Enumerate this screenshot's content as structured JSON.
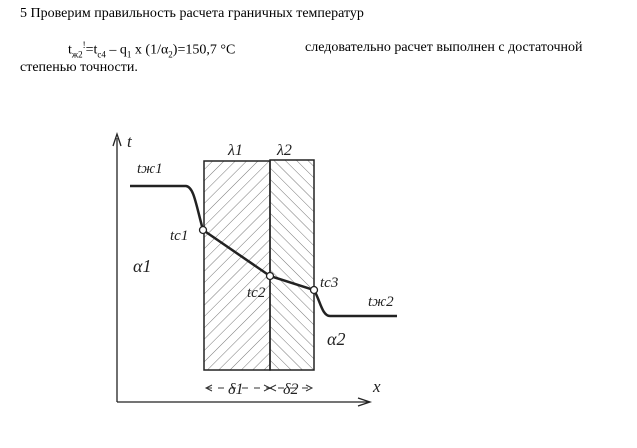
{
  "heading": "5 Проверим правильность расчета граничных температур",
  "formula": {
    "t": "t",
    "sub1": "ж2",
    "sup1": "!",
    "eq": "=t",
    "sub2": "c4",
    "mid": " – q",
    "sub3": "1",
    "mid2": " x (1/α",
    "sub4": "2",
    "end": ")=150,7 °С"
  },
  "conclusion_line1": "следовательно расчет выполнен с достаточной",
  "conclusion_line2": "степенью точности.",
  "diagram": {
    "axis_t": "t",
    "axis_x": "x",
    "lambda1": "λ1",
    "lambda2": "λ2",
    "t_fluid1": "tж1",
    "t_fluid2": "tж2",
    "t_c1": "tc1",
    "t_c2": "tc2",
    "t_c3": "tc3",
    "alpha1": "α1",
    "alpha2": "α2",
    "delta1": "δ1",
    "delta2": "δ2"
  }
}
